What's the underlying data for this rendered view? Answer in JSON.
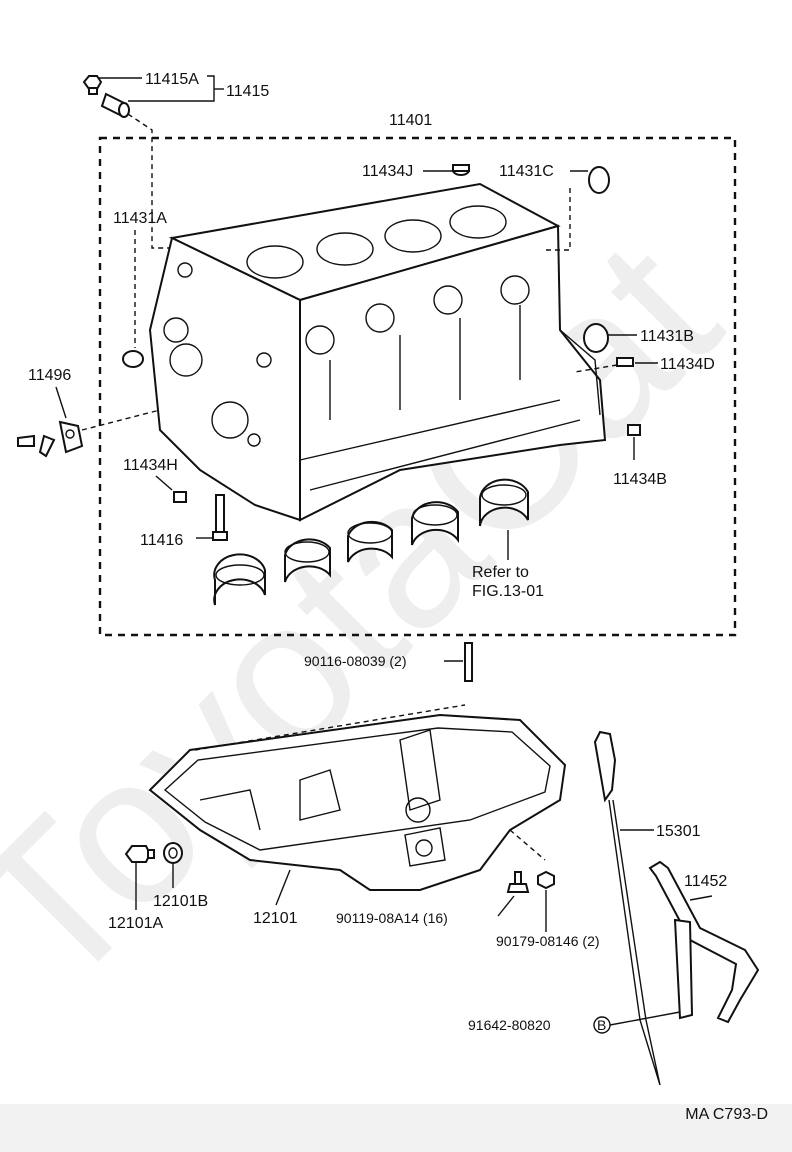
{
  "watermark": "ToyotaCat",
  "diagram_code": "MA C793-D",
  "labels": {
    "p11415A": "11415A",
    "p11415": "11415",
    "p11401": "11401",
    "p11434J": "11434J",
    "p11431C": "11431C",
    "p11431A": "11431A",
    "p11496": "11496",
    "p11431B": "11431B",
    "p11434D": "11434D",
    "p11434H": "11434H",
    "p11434B": "11434B",
    "p11416": "11416",
    "refer_line1": "Refer to",
    "refer_line2": "FIG.13-01",
    "p90116": "90116-08039 (2)",
    "p15301": "15301",
    "p11452": "11452",
    "p12101B": "12101B",
    "p12101A": "12101A",
    "p12101": "12101",
    "p90119": "90119-08A14 (16)",
    "p90179": "90179-08146 (2)",
    "p91642": "91642-80820",
    "b_marker": "B"
  }
}
